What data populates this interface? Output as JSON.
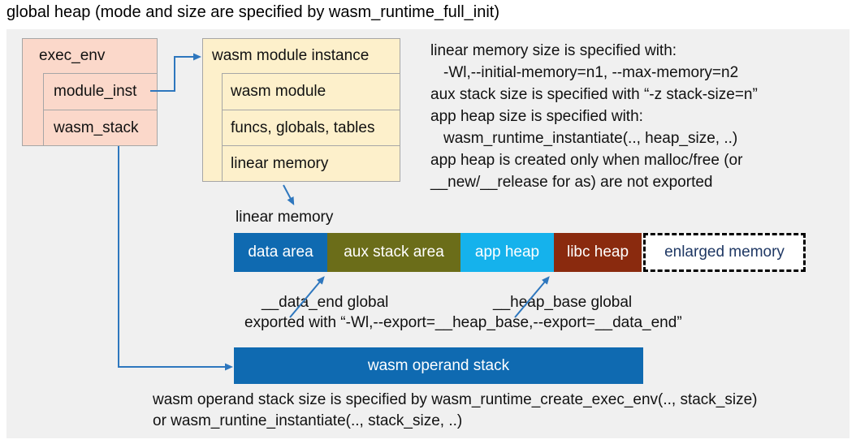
{
  "title": "global heap (mode and size are specified by wasm_runtime_full_init)",
  "exec_env": {
    "header": "exec_env",
    "rows": [
      "module_inst",
      "wasm_stack"
    ]
  },
  "module_instance": {
    "header": "wasm module instance",
    "rows": [
      "wasm module",
      "funcs, globals, tables",
      "linear memory"
    ]
  },
  "notes_right": {
    "lines": [
      "linear memory size is specified with:",
      "-Wl,--initial-memory=n1, --max-memory=n2",
      "aux stack size is specified with “-z stack-size=n”",
      "app heap size is specified with:",
      "wasm_runtime_instantiate(.., heap_size, ..)",
      "app heap is created only when malloc/free (or",
      "__new/__release for as) are not exported"
    ]
  },
  "linear_memory": {
    "label": "linear memory",
    "segments": [
      {
        "label": "data area"
      },
      {
        "label": "aux stack area"
      },
      {
        "label": "app heap"
      },
      {
        "label": "libc heap"
      },
      {
        "label": "enlarged memory"
      }
    ],
    "data_end_label": "__data_end global",
    "heap_base_label": "__heap_base global",
    "export_note": "exported with “-Wl,--export=__heap_base,--export=__data_end”"
  },
  "operand_stack": {
    "label": "wasm operand stack",
    "note_line1": "wasm operand stack size is specified by wasm_runtime_create_exec_env(.., stack_size)",
    "note_line2": "or wasm_runtine_instantiate(.., stack_size, ..)"
  },
  "colors": {
    "blue": "#0f6ab1",
    "olive": "#6b6d19",
    "cyan": "#15b2ec",
    "dark_red": "#8a2a0e",
    "navy_text": "#1f3864",
    "arrow": "#2e77be",
    "pink_fill": "#fbd8ca",
    "cream_fill": "#fdf0cb",
    "panel_gray": "#f0f0f0",
    "border_gray": "#a6a6a6"
  }
}
